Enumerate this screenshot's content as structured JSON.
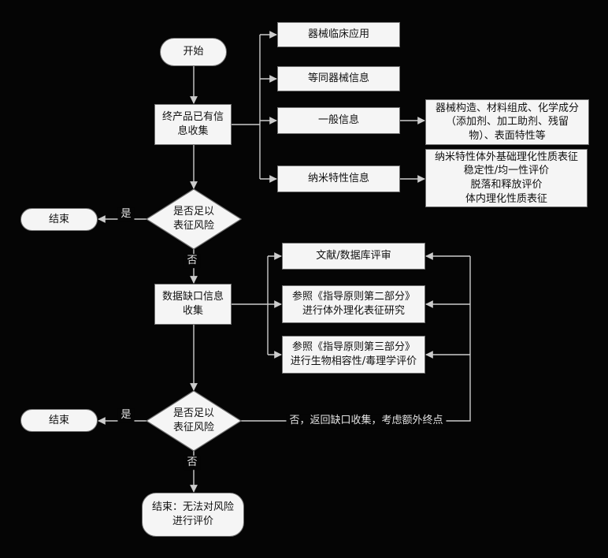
{
  "diagram": {
    "background": "#050505",
    "node_fill": "#f5f5f5",
    "node_border": "#707070",
    "edge_color": "#cccccc",
    "text_color": "#111111",
    "edge_label_color": "#e3e3e3"
  },
  "nodes": {
    "start": {
      "label": "开始"
    },
    "clinical": {
      "label": "器械临床应用"
    },
    "equivalent": {
      "label": "等同器械信息"
    },
    "general": {
      "label": "一般信息"
    },
    "general_detail": {
      "label": "器械构造、材料组成、化学成分\n（添加剂、加工助剂、残留\n物）、表面特性等"
    },
    "nano": {
      "label": "纳米特性信息"
    },
    "nano_detail": {
      "label": "纳米特性体外基础理化性质表征\n稳定性/均一性评价\n脱落和释放评价\n体内理化性质表征"
    },
    "collect_existing": {
      "label": "终产品已有信\n息收集"
    },
    "decision1": {
      "label": "是否足以\n表征风险"
    },
    "end1": {
      "label": "结束"
    },
    "gap_collect": {
      "label": "数据缺口信息\n收集"
    },
    "literature": {
      "label": "文献/数据库评审"
    },
    "part2": {
      "label": "参照《指导原则第二部分》\n进行体外理化表征研究"
    },
    "part3": {
      "label": "参照《指导原则第三部分》\n进行生物相容性/毒理学评价"
    },
    "decision2": {
      "label": "是否足以\n表征风险"
    },
    "end2": {
      "label": "结束"
    },
    "end_final": {
      "label": "结束：无法对风险\n进行评价"
    }
  },
  "edge_labels": {
    "yes1": "是",
    "no1": "否",
    "yes2": "是",
    "no2": "否",
    "feedback": "否，返回缺口收集，考虑额外终点"
  }
}
